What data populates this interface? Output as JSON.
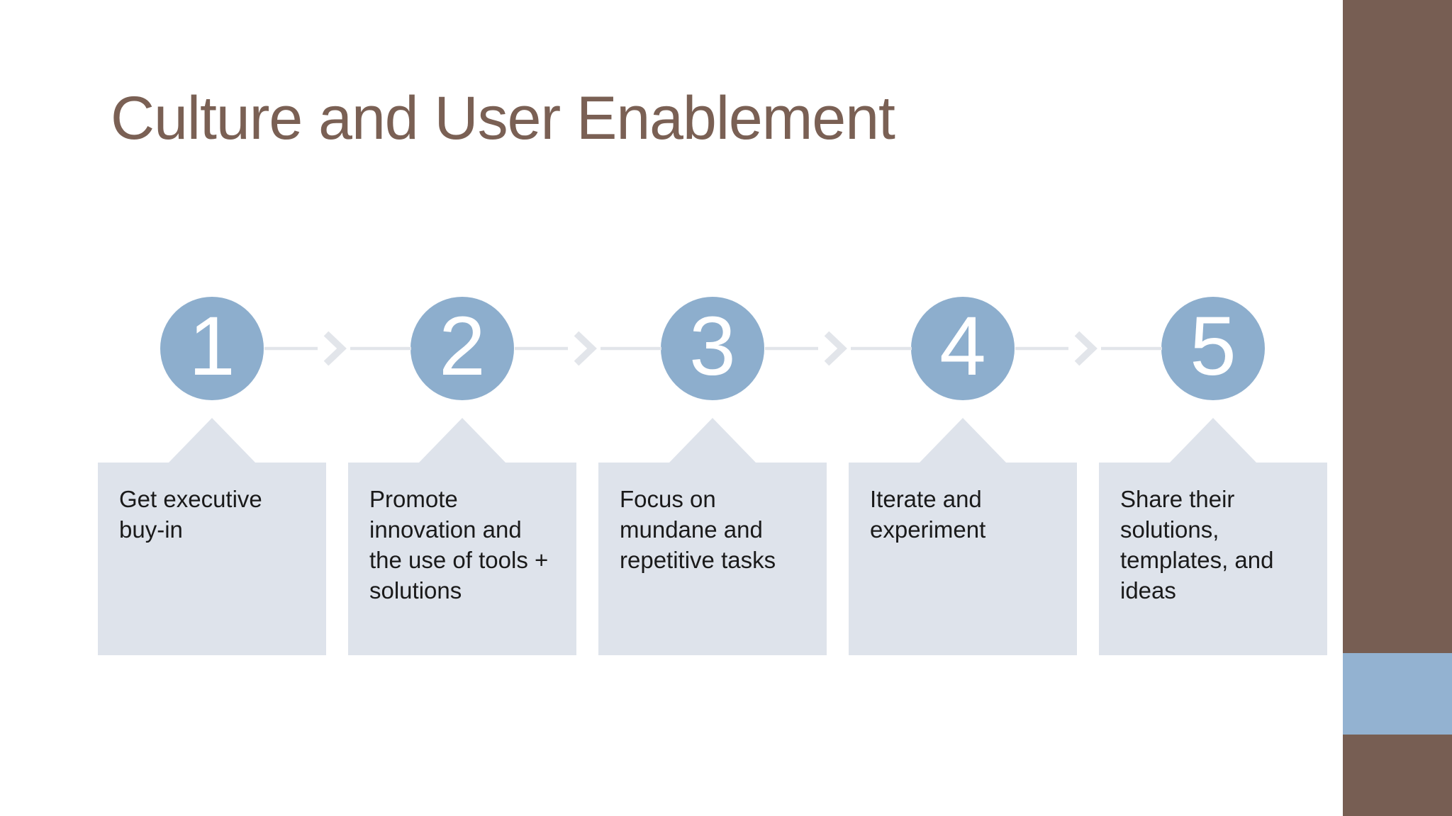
{
  "slide": {
    "title": "Culture and User Enablement",
    "steps": [
      {
        "number": "1",
        "label": "Get executive buy-in"
      },
      {
        "number": "2",
        "label": "Promote innovation and the use of tools + solutions"
      },
      {
        "number": "3",
        "label": "Focus on mundane and repetitive tasks"
      },
      {
        "number": "4",
        "label": "Iterate and experiment"
      },
      {
        "number": "5",
        "label": "Share their solutions, templates, and ideas"
      }
    ],
    "colors": {
      "title": "#7A6054",
      "accent_bar": "#775E53",
      "accent_band": "#93B2D1",
      "circle": "#8DAECD",
      "digit": "#FFFFFF",
      "box": "#DEE3EB",
      "box_text": "#1A1A1A",
      "connector": "#E2E5EA"
    }
  }
}
